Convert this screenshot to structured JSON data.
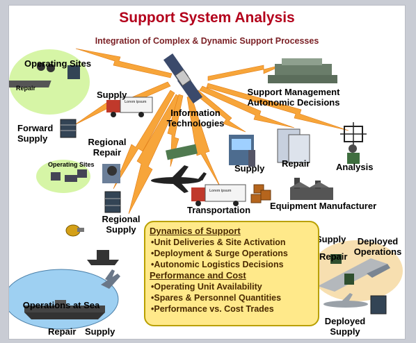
{
  "title": "Support System Analysis",
  "subtitle": "Integration of Complex & Dynamic Support Processes",
  "nodes": {
    "operating_sites": "Operating Sites",
    "repair_small": "Repair",
    "supply_top": "Supply",
    "forward_supply": [
      "Forward",
      "Supply"
    ],
    "info_tech": [
      "Information",
      "Technologies"
    ],
    "support_mgmt": [
      "Support Management",
      "Autonomic Decisions"
    ],
    "regional_repair": [
      "Regional",
      "Repair"
    ],
    "operating_sites_small": "Operating Sites",
    "supply_mid": "Supply",
    "repair_mid": "Repair",
    "analysis": "Analysis",
    "transportation": "Transportation",
    "equipment_manufacturer": "Equipment Manufacturer",
    "regional_supply": [
      "Regional",
      "Supply"
    ],
    "deployed_supply_label": "Supply",
    "deployed_repair_label": "Repair",
    "deployed_operations": [
      "Deployed",
      "Operations"
    ],
    "operations_at_sea": "Operations at Sea",
    "sea_repair": "Repair",
    "sea_supply": "Supply",
    "deployed_supply": [
      "Deployed",
      "Supply"
    ],
    "truck_text": "Lorem ipsum",
    "truck_text2": "Lorem ipsum"
  },
  "dynamics_box": {
    "heading1": "Dynamics of Support",
    "items1": [
      "Unit Deliveries & Site Activation",
      "Deployment & Surge Operations",
      "Autonomic Logistics Decisions"
    ],
    "heading2": "Performance and Cost",
    "items2": [
      "Operating Unit Availability",
      "Spares & Personnel Quantities",
      "Performance vs. Cost Trades"
    ]
  },
  "colors": {
    "title": "#b3001b",
    "lightning": "#f7a53a",
    "green_ellipse": "#d6f5a6",
    "blue_ellipse": "#9ed0f2",
    "tan_ellipse": "#f7dfb0",
    "box_fill": "#ffe98a"
  }
}
